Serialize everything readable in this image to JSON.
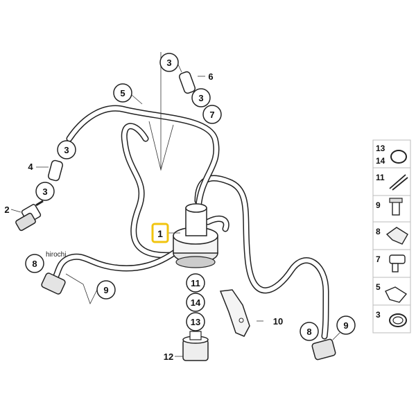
{
  "diagram": {
    "watermark": "hirochi",
    "highlight_color": "#f1c40f",
    "callouts": {
      "c1": "1",
      "c2": "2",
      "c3a": "3",
      "c3b": "3",
      "c3c": "3",
      "c3d": "3",
      "c4": "4",
      "c5": "5",
      "c6": "6",
      "c7": "7",
      "c8a": "8",
      "c8b": "8",
      "c9a": "9",
      "c9b": "9",
      "c10": "10",
      "c11": "11",
      "c12": "12",
      "c13": "13",
      "c14": "14"
    },
    "legend": {
      "r1a": "13",
      "r1b": "14",
      "r2": "11",
      "r3": "9",
      "r4": "8",
      "r5": "7",
      "r6": "5",
      "r7": "3"
    }
  }
}
